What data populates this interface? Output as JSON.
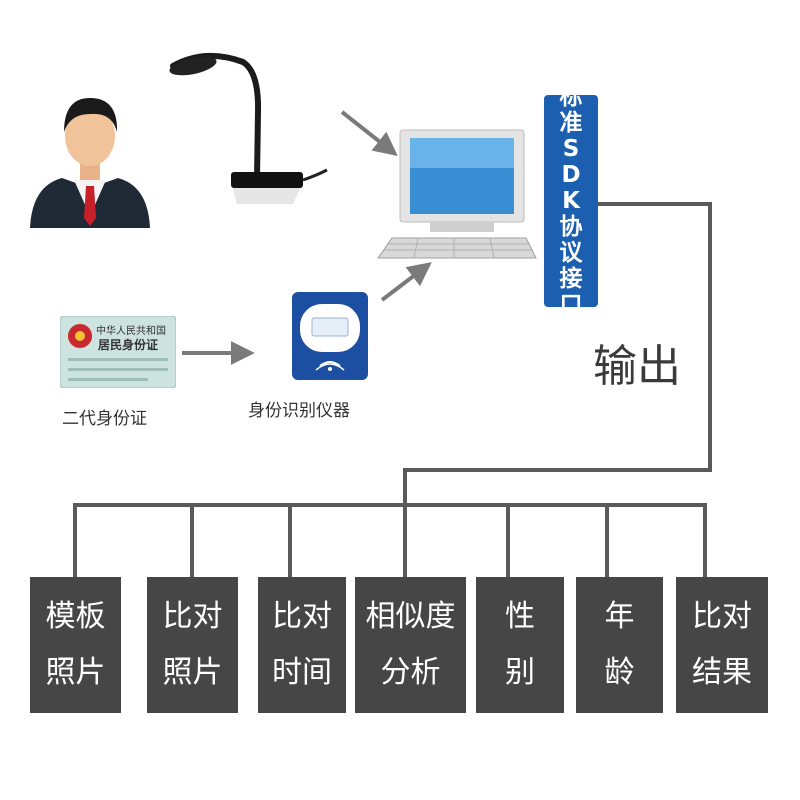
{
  "sdk_interface": "标准SDK协议接口",
  "output_label": "输出",
  "id_card": {
    "caption": "二代身份证",
    "title_line1": "中华人民共和国",
    "title_line2": "居民身份证"
  },
  "reader_caption": "身份识别仪器",
  "outputs": [
    {
      "line1": "模板",
      "line2": "照片"
    },
    {
      "line1": "比对",
      "line2": "照片"
    },
    {
      "line1": "比对",
      "line2": "时间"
    },
    {
      "line1": "相似度",
      "line2": "分析"
    },
    {
      "line1": "性",
      "line2": "别"
    },
    {
      "line1": "年",
      "line2": "龄"
    },
    {
      "line1": "比对",
      "line2": "结果"
    }
  ],
  "colors": {
    "sdk_bar": "#1c5fb0",
    "output_box": "#464646",
    "connector": "#5a5a5a"
  },
  "icons": [
    "person-icon",
    "camera-icon",
    "id-card-icon",
    "reader-icon",
    "computer-icon"
  ]
}
